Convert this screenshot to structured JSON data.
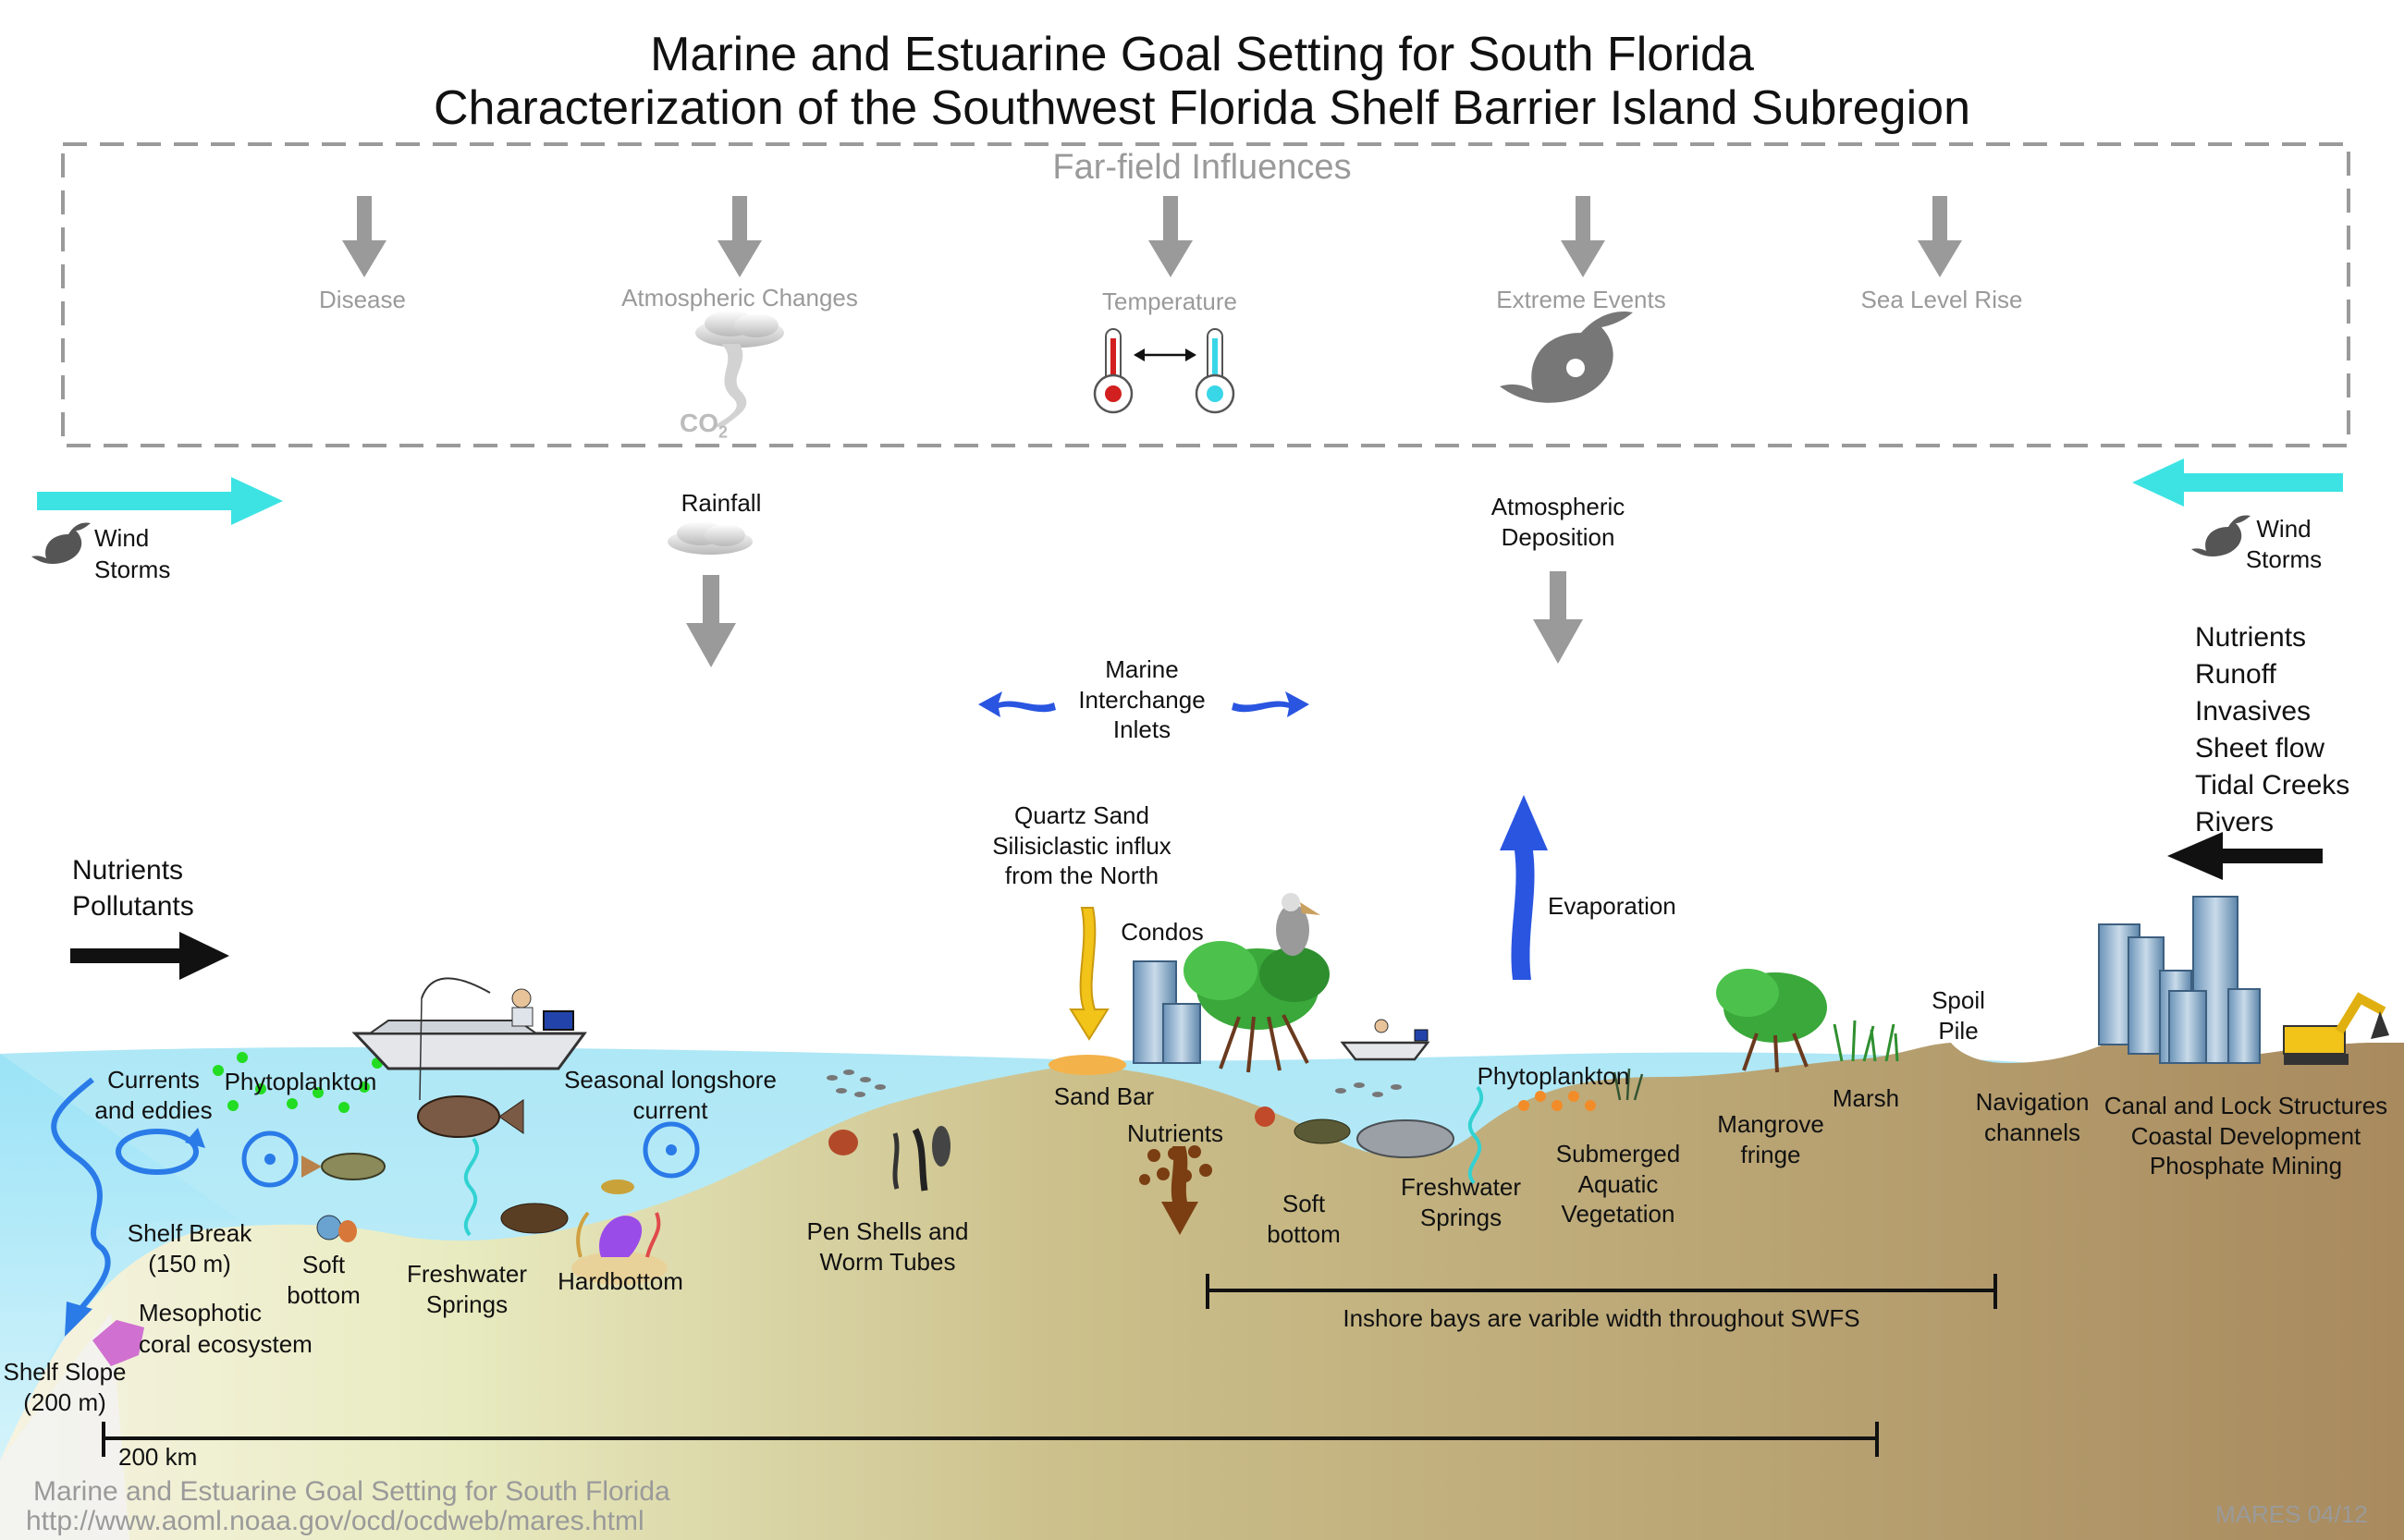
{
  "title_line1": "Marine and Estuarine Goal Setting for South Florida",
  "title_line2": "Characterization of the Southwest Florida Shelf Barrier Island Subregion",
  "far_field": {
    "heading": "Far-field Influences",
    "items": [
      "Disease",
      "Atmospheric Changes",
      "Temperature",
      "Extreme Events",
      "Sea Level Rise"
    ],
    "co2": "CO",
    "co2_sub": "2"
  },
  "atmosphere": {
    "wind_storms": "Wind\nStorms",
    "rainfall": "Rainfall",
    "atmospheric_deposition": "Atmospheric\nDeposition",
    "marine_interchange": "Marine\nInterchange\nInlets",
    "evaporation": "Evaporation"
  },
  "inputs_left": "Nutrients\nPollutants",
  "inputs_right": [
    "Nutrients",
    "Runoff",
    "Invasives",
    "Sheet flow",
    "Tidal Creeks",
    "Rivers"
  ],
  "offshore_labels": {
    "currents": "Currents\nand eddies",
    "phytoplankton": "Phytoplankton",
    "seasonal_current": "Seasonal longshore\ncurrent",
    "shelf_break": "Shelf Break\n(150 m)",
    "soft_bottom": "Soft\nbottom",
    "freshwater_springs": "Freshwater\nSprings",
    "hardbottom": "Hardbottom",
    "mesophotic": "Mesophotic\ncoral ecosystem",
    "shelf_slope": "Shelf Slope\n(200 m)",
    "pen_shells": "Pen Shells and\nWorm Tubes"
  },
  "nearshore_labels": {
    "quartz_sand": "Quartz Sand\nSilisiclastic influx\nfrom the North",
    "condos": "Condos",
    "sand_bar": "Sand Bar",
    "nutrients": "Nutrients",
    "soft_bottom": "Soft\nbottom",
    "phytoplankton": "Phytoplankton",
    "freshwater_springs": "Freshwater\nSprings",
    "sav": "Submerged\nAquatic\nVegetation",
    "mangrove": "Mangrove\nfringe",
    "marsh": "Marsh",
    "spoil_pile": "Spoil\nPile",
    "navigation": "Navigation\nchannels",
    "development": "Canal and Lock Structures\nCoastal Development\nPhosphate Mining"
  },
  "scale": {
    "inshore_bays": "Inshore bays are varible width throughout SWFS",
    "distance": "200 km"
  },
  "footer": {
    "org": "Marine and Estuarine Goal Setting for South Florida",
    "url": "http://www.aoml.noaa.gov/ocd/ocdweb/mares.html",
    "code": "MARES 04/12"
  }
}
